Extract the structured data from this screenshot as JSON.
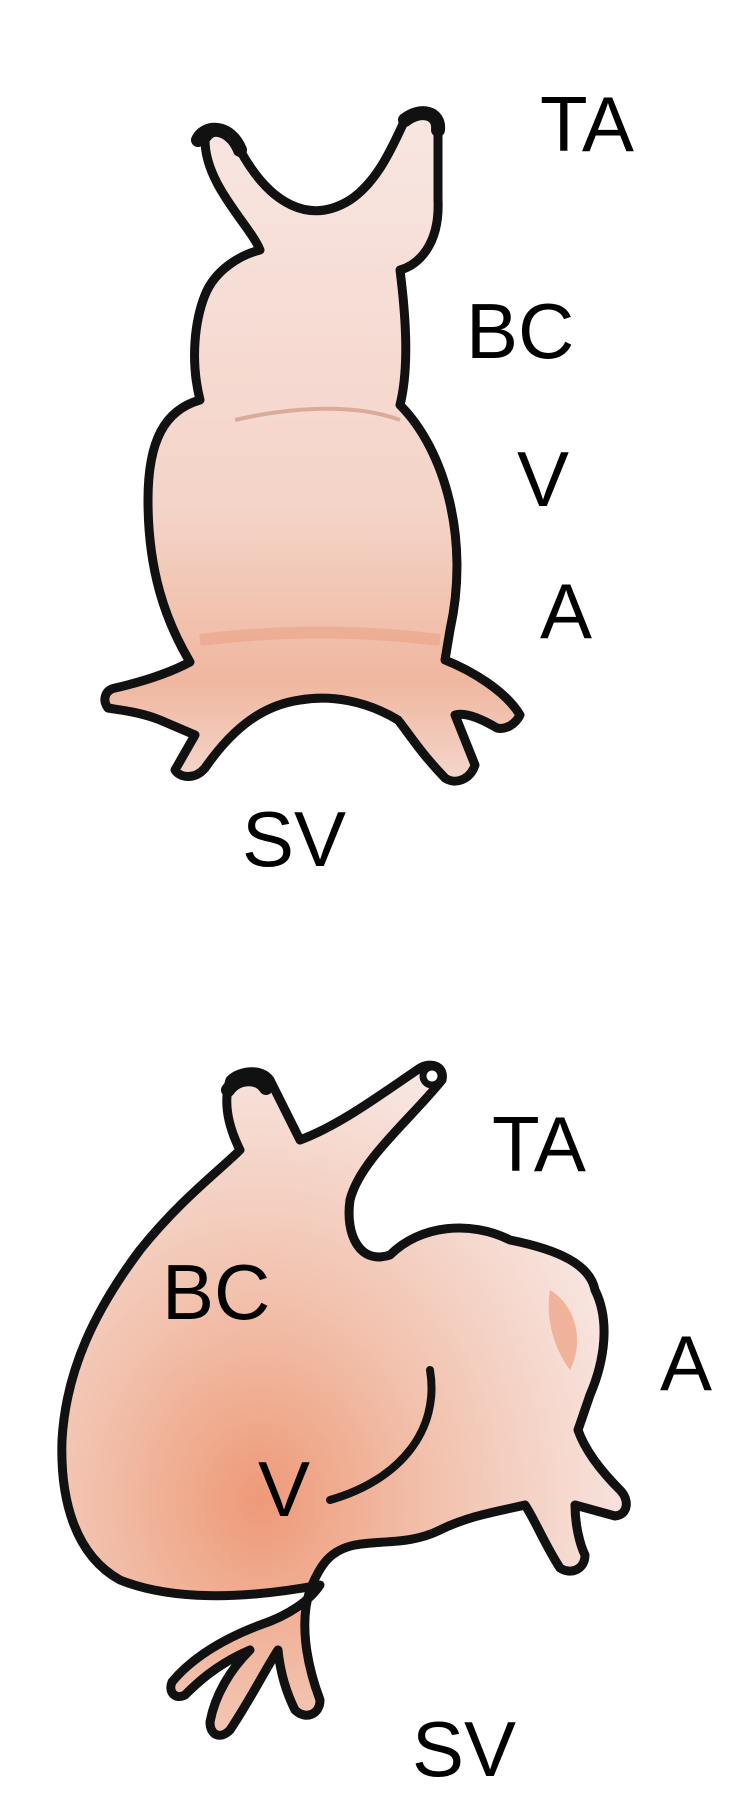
{
  "panels": [
    {
      "labels": {
        "ta": "TA",
        "bc": "BC",
        "v": "V",
        "a": "A",
        "sv": "SV"
      }
    },
    {
      "labels": {
        "ta": "TA",
        "bc": "BC",
        "v": "V",
        "a": "A",
        "sv": "SV"
      }
    }
  ],
  "colors": {
    "outline": "#111111",
    "fill_light": "#f7e3df",
    "fill_mid": "#f3c9b8",
    "fill_accent": "#ef9f7d",
    "rule": "#8a8a8a"
  }
}
